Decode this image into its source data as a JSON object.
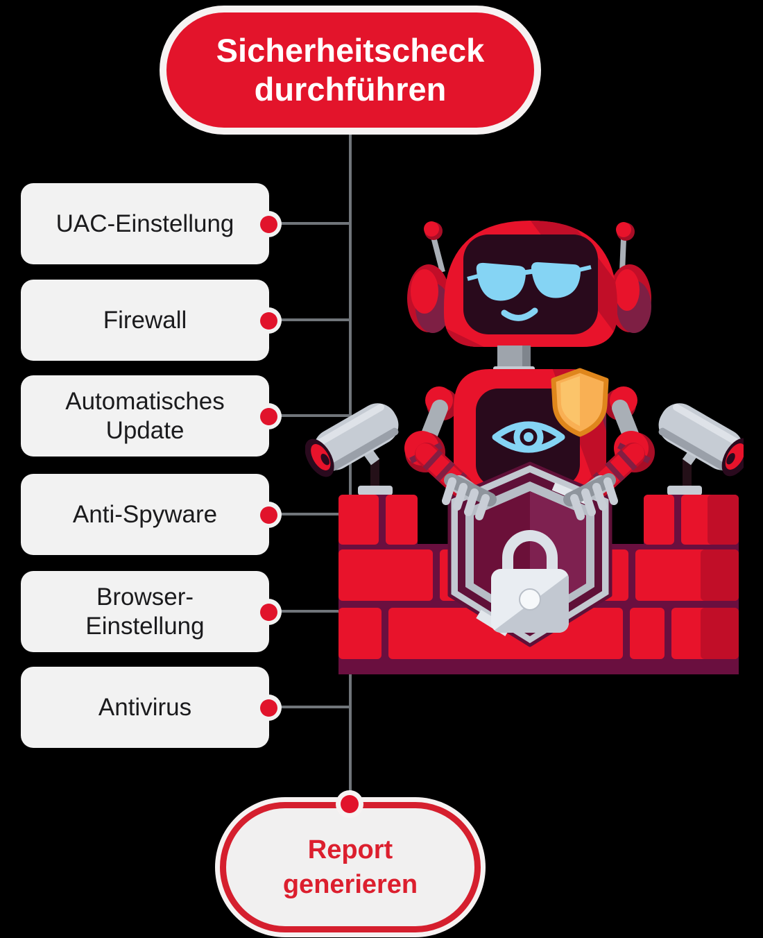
{
  "diagram": {
    "title": "Sicherheitscheck durchführen",
    "steps": [
      "UAC-Einstellung",
      "Firewall",
      "Automatisches Update",
      "Anti-Spyware",
      "Browser-Einstellung",
      "Antivirus"
    ],
    "result": "Report generieren"
  },
  "colors": {
    "accent_red": "#E3142B",
    "node_border_white": "#F6F2F2",
    "box_fill": "#F2F2F2",
    "box_text": "#1B1B1D",
    "connector_gray": "#70757A",
    "dot_red": "#E1132B",
    "end_border_red": "#D51F2E",
    "end_text_red": "#DC1F2E",
    "brick_red": "#E8132B",
    "brick_shade_red": "#C10E28",
    "mortar_purple": "#6A0F3F",
    "silver": "#C3C9D1",
    "screen_dark": "#290A1C",
    "hud_blue": "#85D4F4",
    "badge_orange": "#F9B054",
    "shield_purple_dark": "#6B1039",
    "shield_purple_light": "#7E2150"
  },
  "icons": {
    "robot": "robot-guard-icon",
    "camera_left": "security-camera-left-icon",
    "camera_right": "security-camera-right-icon",
    "wall": "firewall-brick-wall-icon",
    "shield_lock": "shield-padlock-icon",
    "badge": "orange-shield-badge-icon",
    "eye": "surveillance-eye-icon",
    "sunglasses": "sunglasses-icon",
    "frown": "frown-mouth-icon",
    "antenna": "antenna-icon"
  }
}
